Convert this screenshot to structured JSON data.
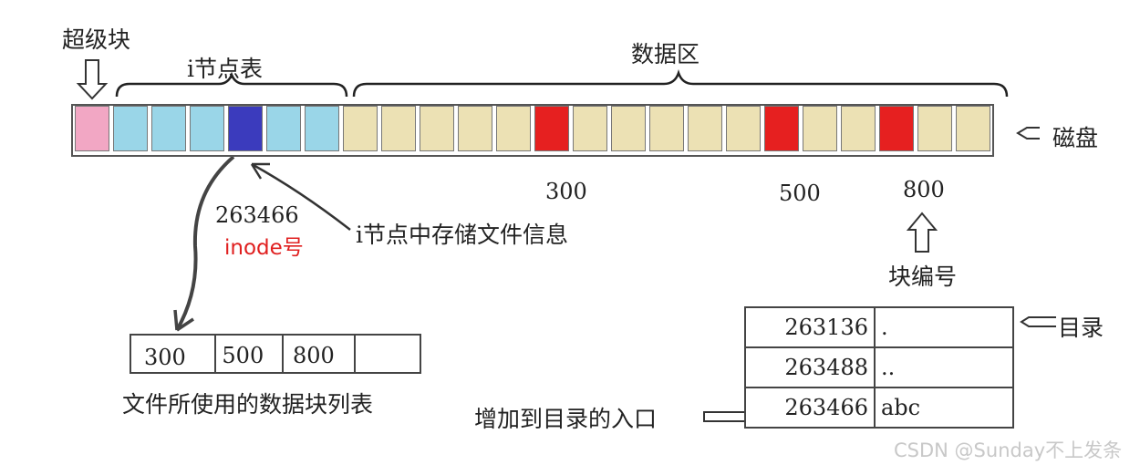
{
  "labels": {
    "superblock": "超级块",
    "inode_table": "i节点表",
    "data_area": "数据区",
    "disk": "磁盘",
    "inode_number": "263466",
    "inode_caption": "inode号",
    "inode_note": "i节点中存储文件信息",
    "block_300": "300",
    "block_500": "500",
    "block_800": "800",
    "block_number": "块编号",
    "blocklist_caption": "文件所使用的数据块列表",
    "directory": "目录",
    "dir_entry_caption": "增加到目录的入口"
  },
  "disk_blocks": [
    {
      "kind": "superblock",
      "color": "#f2a7c4"
    },
    {
      "kind": "inode",
      "color": "#9ad6e8"
    },
    {
      "kind": "inode",
      "color": "#9ad6e8"
    },
    {
      "kind": "inode",
      "color": "#9ad6e8"
    },
    {
      "kind": "inode-used",
      "color": "#3b3bbd"
    },
    {
      "kind": "inode",
      "color": "#9ad6e8"
    },
    {
      "kind": "inode",
      "color": "#9ad6e8"
    },
    {
      "kind": "data",
      "color": "#ece1b4"
    },
    {
      "kind": "data",
      "color": "#ece1b4"
    },
    {
      "kind": "data",
      "color": "#ece1b4"
    },
    {
      "kind": "data",
      "color": "#ece1b4"
    },
    {
      "kind": "data",
      "color": "#ece1b4"
    },
    {
      "kind": "data-used",
      "color": "#e62020"
    },
    {
      "kind": "data",
      "color": "#ece1b4"
    },
    {
      "kind": "data",
      "color": "#ece1b4"
    },
    {
      "kind": "data",
      "color": "#ece1b4"
    },
    {
      "kind": "data",
      "color": "#ece1b4"
    },
    {
      "kind": "data",
      "color": "#ece1b4"
    },
    {
      "kind": "data-used",
      "color": "#e62020"
    },
    {
      "kind": "data",
      "color": "#ece1b4"
    },
    {
      "kind": "data",
      "color": "#ece1b4"
    },
    {
      "kind": "data-used",
      "color": "#e62020"
    },
    {
      "kind": "data",
      "color": "#ece1b4"
    },
    {
      "kind": "data",
      "color": "#ece1b4"
    }
  ],
  "block_list": [
    "300",
    "500",
    "800",
    ""
  ],
  "directory": [
    {
      "inode": "263136",
      "name": "."
    },
    {
      "inode": "263488",
      "name": ".."
    },
    {
      "inode": "263466",
      "name": "abc"
    }
  ],
  "watermark": "CSDN @Sunday不上发条"
}
